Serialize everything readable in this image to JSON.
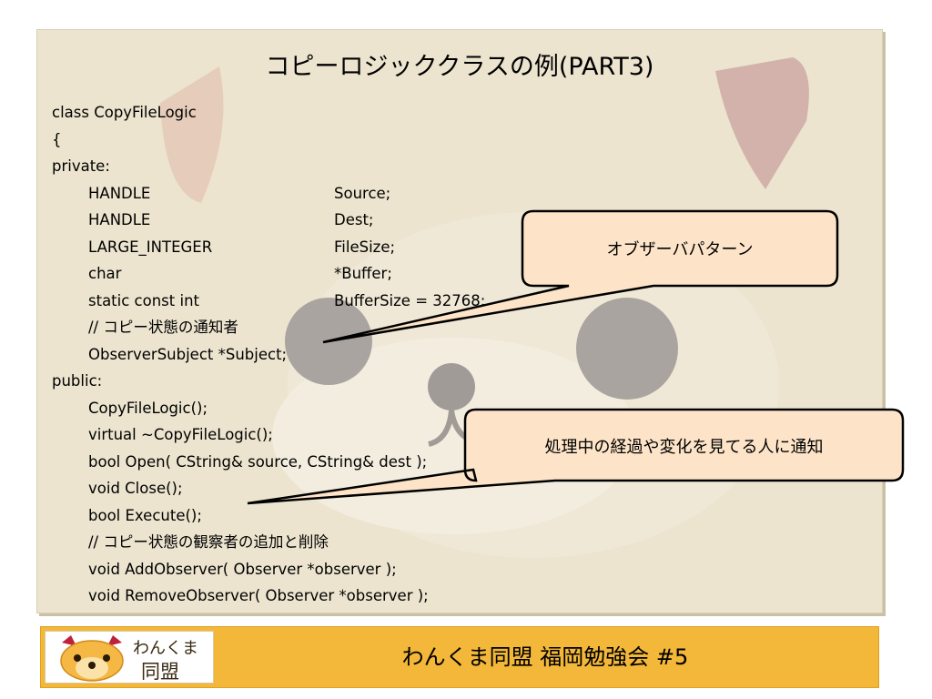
{
  "title": "コピーロジッククラスの例(PART3)",
  "code_lines": [
    {
      "indent": false,
      "c1": "class CopyFileLogic",
      "c2": ""
    },
    {
      "indent": false,
      "c1": "{",
      "c2": ""
    },
    {
      "indent": false,
      "c1": "private:",
      "c2": ""
    },
    {
      "indent": true,
      "c1": "HANDLE",
      "c2": "Source;"
    },
    {
      "indent": true,
      "c1": "HANDLE",
      "c2": "Dest;"
    },
    {
      "indent": true,
      "c1": "LARGE_INTEGER",
      "c2": "FileSize;"
    },
    {
      "indent": true,
      "c1": "char",
      "c2": "*Buffer;"
    },
    {
      "indent": true,
      "c1": "static const int",
      "c2": "BufferSize = 32768;"
    },
    {
      "indent": true,
      "c1": "// コピー状態の通知者",
      "c2": ""
    },
    {
      "indent": true,
      "c1": "ObserverSubject *Subject;",
      "c2": ""
    },
    {
      "indent": false,
      "c1": "public:",
      "c2": ""
    },
    {
      "indent": true,
      "c1": "CopyFileLogic();",
      "c2": ""
    },
    {
      "indent": true,
      "c1": "virtual ~CopyFileLogic();",
      "c2": ""
    },
    {
      "indent": true,
      "c1": "bool Open( CString& source, CString& dest );",
      "c2": ""
    },
    {
      "indent": true,
      "c1": "void Close();",
      "c2": ""
    },
    {
      "indent": true,
      "c1": "bool Execute();",
      "c2": ""
    },
    {
      "indent": true,
      "c1": "// コピー状態の観察者の追加と削除",
      "c2": ""
    },
    {
      "indent": true,
      "c1": "void AddObserver( Observer *observer );",
      "c2": ""
    },
    {
      "indent": true,
      "c1": "void RemoveObserver( Observer *observer );",
      "c2": ""
    },
    {
      "indent": false,
      "c1": "};",
      "c2": ""
    }
  ],
  "callouts": {
    "observer_pattern": "オブザーバパターン",
    "notify": "処理中の経過や変化を見てる人に通知"
  },
  "footer": {
    "logo_line1": "わんくま",
    "logo_line2": "同盟",
    "title": "わんくま同盟 福岡勉強会 #5"
  },
  "colors": {
    "panel_bg": "#ece4cf",
    "callout_fill": "#fde4c8",
    "footer_bg": "#f3b73a"
  }
}
